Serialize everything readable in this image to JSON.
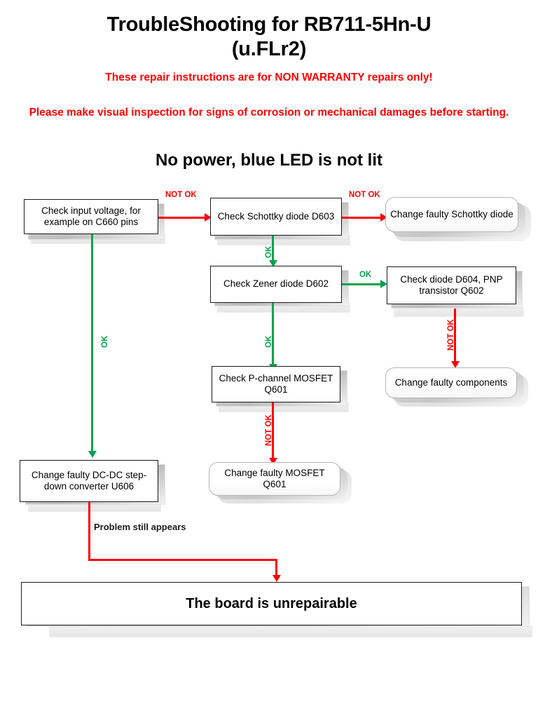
{
  "document": {
    "title": "TroubleShooting for RB711-5Hn-U (u.FLr2)",
    "title_line1": "TroubleShooting for RB711-5Hn-U",
    "title_line2": "(u.FLr2)",
    "warning_1": "These repair instructions are for NON WARRANTY repairs only!",
    "warning_2": "Please make visual inspection for signs of corrosion or mechanical damages before starting.",
    "subtitle": "No power, blue LED is not lit"
  },
  "colors": {
    "warning_red": "#ff0000",
    "edge_red": "#ff0000",
    "edge_green": "#00a44f",
    "box_border": "#1a1a1a",
    "rounded_border": "#b6b6b6",
    "text": "#000000",
    "background": "#ffffff"
  },
  "chart_data": {
    "type": "diagram",
    "diagram_kind": "flowchart",
    "title": "TroubleShooting for RB711-5Hn-U (u.FLr2)",
    "nodes": [
      {
        "id": "n1",
        "label": "Check input voltage, for example on C660 pins",
        "shape": "rect",
        "role": "decision-step"
      },
      {
        "id": "n2",
        "label": "Check Schottky diode D603",
        "shape": "rect",
        "role": "decision-step"
      },
      {
        "id": "n3",
        "label": "Change faulty Schottky diode",
        "shape": "rounded",
        "role": "action"
      },
      {
        "id": "n4",
        "label": "Check Zener diode D602",
        "shape": "rect",
        "role": "decision-step"
      },
      {
        "id": "n5",
        "label": "Check diode D604, PNP transistor Q602",
        "shape": "rect",
        "role": "decision-step"
      },
      {
        "id": "n6",
        "label": "Change faulty components",
        "shape": "rounded",
        "role": "action"
      },
      {
        "id": "n7",
        "label": "Check P-channel MOSFET Q601",
        "shape": "rect",
        "role": "decision-step"
      },
      {
        "id": "n8",
        "label": "Change faulty MOSFET Q601",
        "shape": "rounded",
        "role": "action"
      },
      {
        "id": "n9",
        "label": "Change faulty DC-DC step-down converter U606",
        "shape": "rect",
        "role": "action"
      },
      {
        "id": "n10",
        "label": "The board is unrepairable",
        "shape": "rect",
        "role": "terminal"
      }
    ],
    "edges": [
      {
        "from": "n1",
        "to": "n2",
        "label": "NOT OK",
        "color": "#ff0000",
        "direction": "right"
      },
      {
        "from": "n1",
        "to": "n9",
        "label": "OK",
        "color": "#00a44f",
        "direction": "down"
      },
      {
        "from": "n2",
        "to": "n3",
        "label": "NOT OK",
        "color": "#ff0000",
        "direction": "right"
      },
      {
        "from": "n2",
        "to": "n4",
        "label": "OK",
        "color": "#00a44f",
        "direction": "down"
      },
      {
        "from": "n4",
        "to": "n5",
        "label": "OK",
        "color": "#00a44f",
        "direction": "right"
      },
      {
        "from": "n4",
        "to": "n7",
        "label": "OK",
        "color": "#00a44f",
        "direction": "down"
      },
      {
        "from": "n5",
        "to": "n6",
        "label": "NOT OK",
        "color": "#ff0000",
        "direction": "down"
      },
      {
        "from": "n7",
        "to": "n8",
        "label": "NOT OK",
        "color": "#ff0000",
        "direction": "down"
      },
      {
        "from": "n9",
        "to": "n10",
        "label": "Problem still appears",
        "color": "#ff0000",
        "direction": "down-right-down"
      }
    ]
  },
  "nodes": {
    "n1": {
      "label": "Check input voltage, for example on C660 pins"
    },
    "n2": {
      "label": "Check Schottky diode D603"
    },
    "n3": {
      "label": "Change faulty Schottky diode"
    },
    "n4": {
      "label": "Check Zener diode D602"
    },
    "n5": {
      "label": "Check diode D604, PNP transistor Q602"
    },
    "n6": {
      "label": "Change faulty components"
    },
    "n7": {
      "label": "Check P-channel MOSFET Q601"
    },
    "n8": {
      "label": "Change faulty MOSFET Q601"
    },
    "n9": {
      "label": "Change faulty DC-DC step-down converter U606"
    },
    "n10": {
      "label": "The board is unrepairable"
    }
  },
  "edge_labels": {
    "e1_notok": "NOT OK",
    "e1_ok": "OK",
    "e2_notok": "NOT OK",
    "e2_ok": "OK",
    "e4_ok_right": "OK",
    "e4_ok_down": "OK",
    "e5_notok": "NOT OK",
    "e7_notok": "NOT OK",
    "e9_problem": "Problem still appears"
  }
}
